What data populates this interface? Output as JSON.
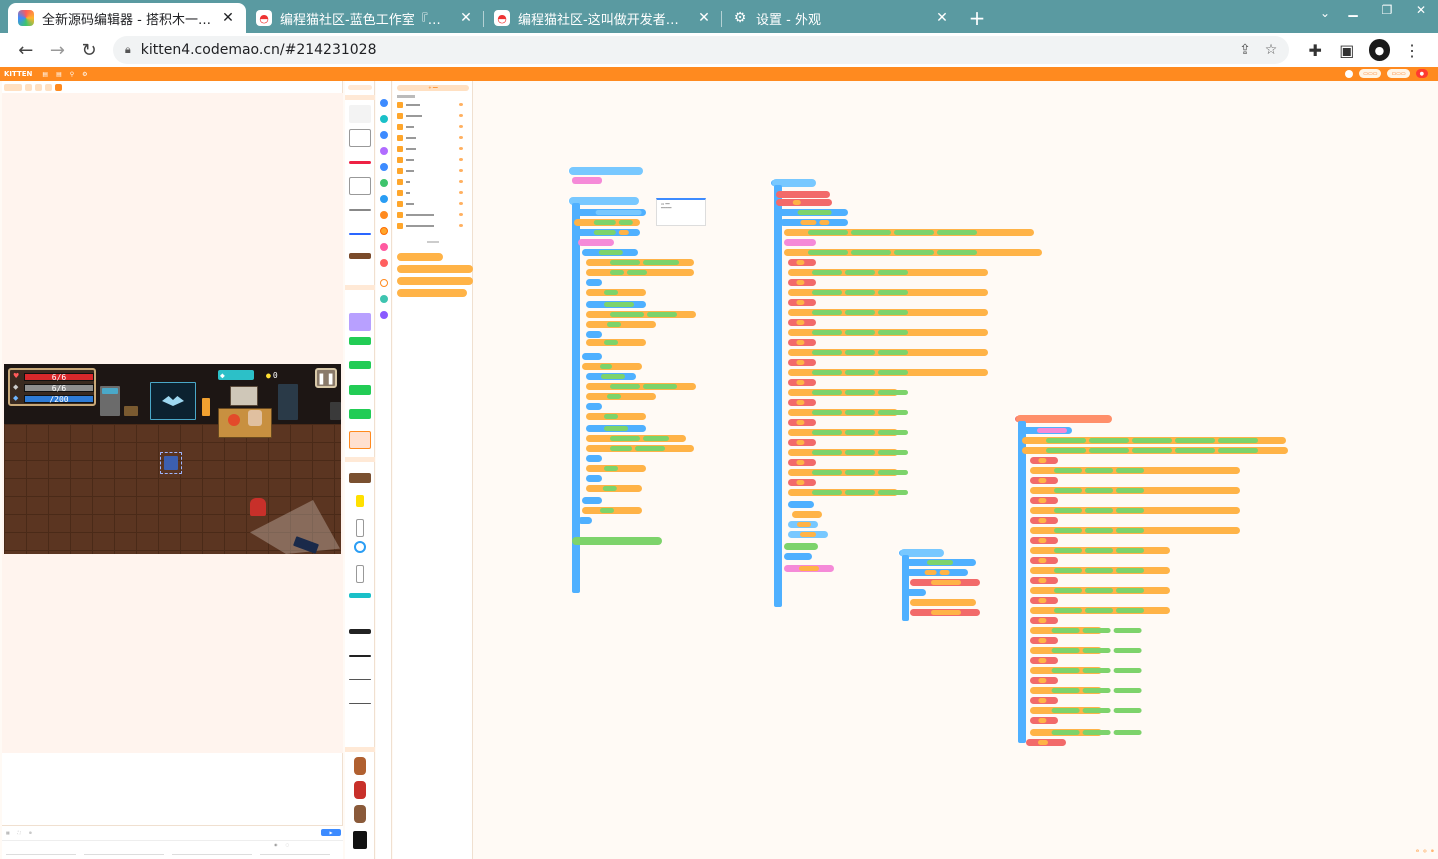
{
  "browser": {
    "tabs": [
      {
        "title": "全新源码编辑器 - 搭积木一样有趣",
        "active": true,
        "favicon": "kitten-app-icon"
      },
      {
        "title": "编程猫社区-蓝色工作室『无门槛",
        "active": false,
        "favicon": "codemao-icon"
      },
      {
        "title": "编程猫社区-这叫做开发者模式...",
        "active": false,
        "favicon": "codemao-icon"
      },
      {
        "title": "设置 - 外观",
        "active": false,
        "favicon": "gear-icon"
      }
    ],
    "url": "kitten4.codemao.cn/#214231028",
    "colors": {
      "tabstrip": "#5a9aa1",
      "omnibox": "#f1f3f4"
    }
  },
  "editor": {
    "brand": "KITTEN",
    "accent": "#ff8a1f",
    "game": {
      "hp": "6/6",
      "armor": "6/6",
      "energy": "/200",
      "coins": "0"
    }
  }
}
